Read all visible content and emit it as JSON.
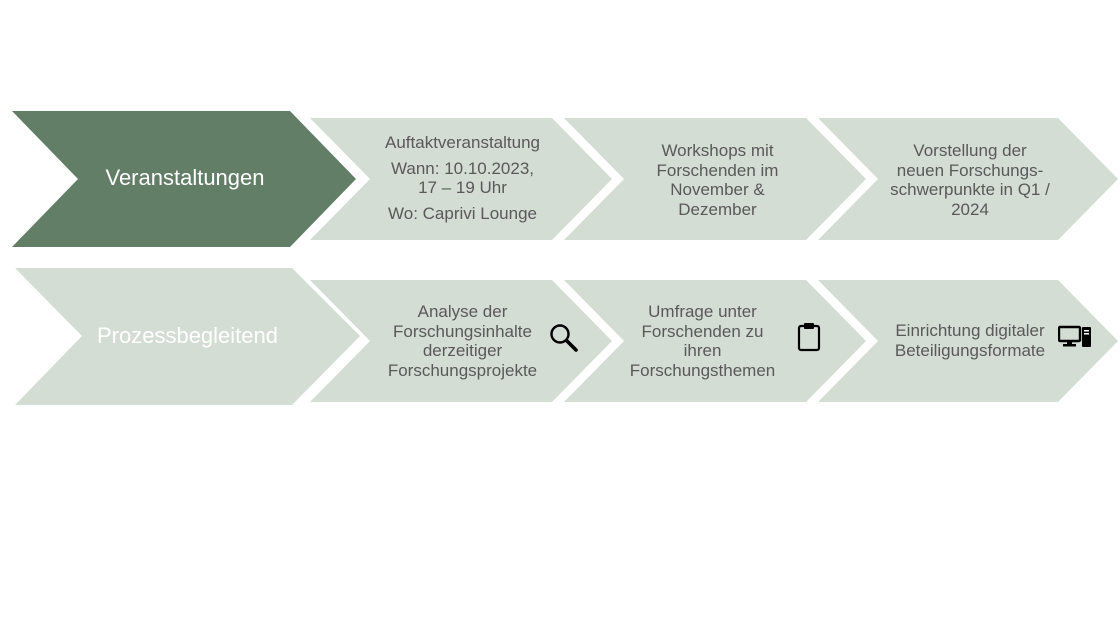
{
  "colors": {
    "dark_green": "#627E66",
    "light_green": "#D3DDD4",
    "text_gray": "#595959",
    "white": "#FFFFFF"
  },
  "rows": [
    {
      "title": "Veranstaltungen",
      "steps": [
        {
          "lines": [
            "Auftaktveranstaltung",
            "Wann: 10.10.2023,",
            "17 – 19 Uhr",
            "Wo: Caprivi Lounge"
          ]
        },
        {
          "lines": [
            "Workshops mit",
            "Forschenden im",
            "November &",
            "Dezember"
          ]
        },
        {
          "lines": [
            "Vorstellung der",
            "neuen Forschungs-",
            "schwerpunkte in Q1 /",
            "2024"
          ]
        }
      ]
    },
    {
      "title": "Prozessbegleitend",
      "steps": [
        {
          "lines": [
            "Analyse der",
            "Forschungsinhalte",
            "derzeitiger",
            "Forschungsprojekte"
          ],
          "icon": "magnifier-icon"
        },
        {
          "lines": [
            "Umfrage unter",
            "Forschenden zu",
            "ihren",
            "Forschungsthemen"
          ],
          "icon": "clipboard-icon"
        },
        {
          "lines": [
            "Einrichtung digitaler",
            "Beteiligungsformate"
          ],
          "icon": "computer-icon"
        }
      ]
    }
  ]
}
